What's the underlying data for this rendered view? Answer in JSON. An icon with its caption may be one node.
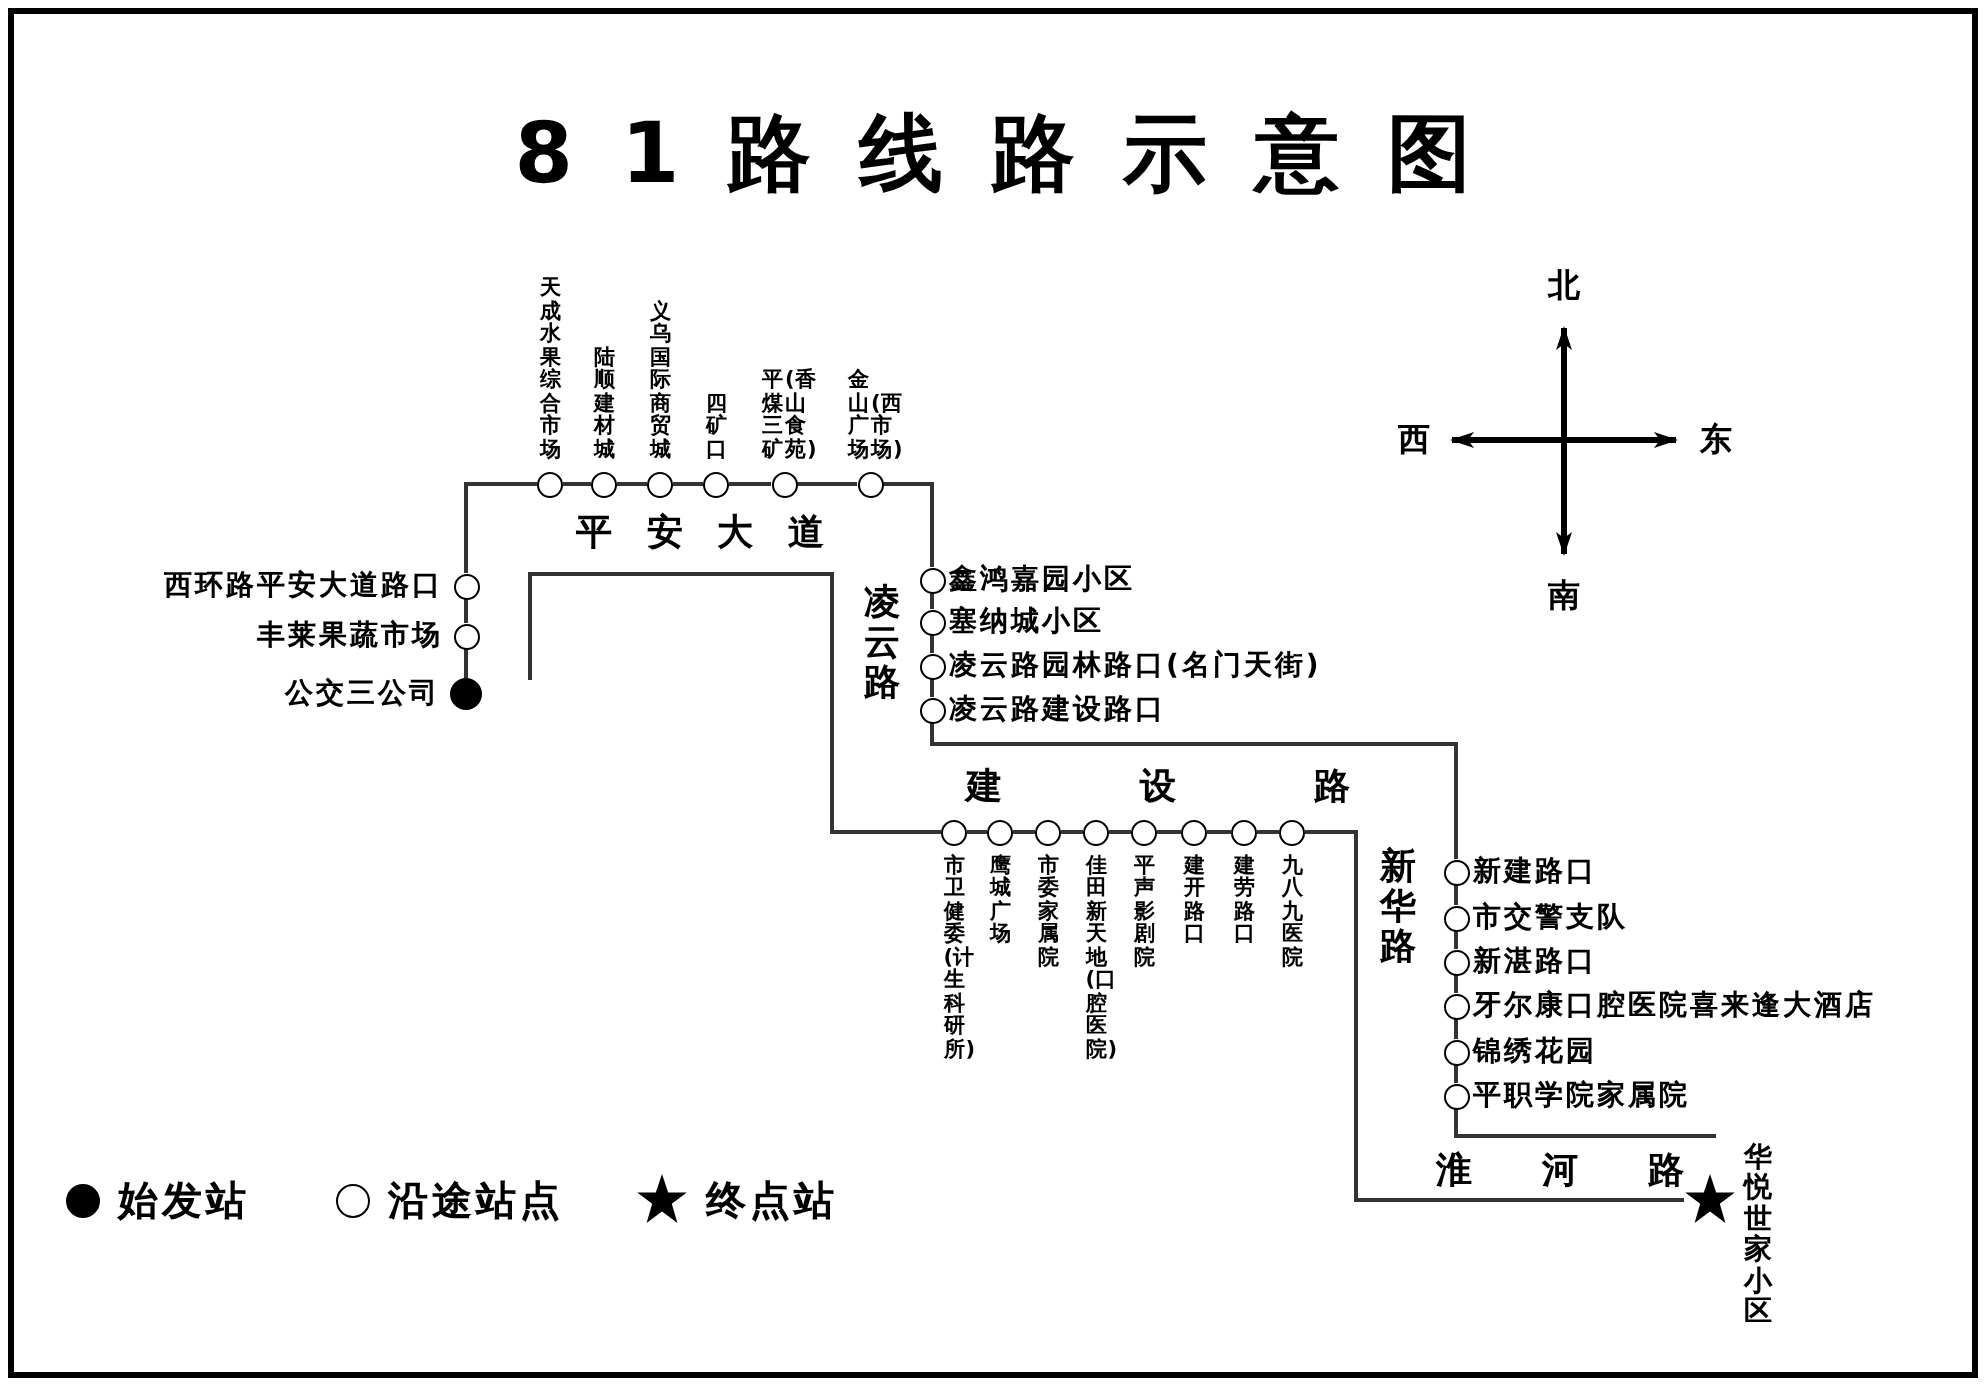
{
  "diagram": {
    "title": "81路线路示意图",
    "nodes": [
      {
        "text": [
          "公交三公司"
        ]
      },
      {
        "text": [
          "丰莱果蔬市场"
        ]
      },
      {
        "text": [
          "西环路平安大道路口"
        ]
      },
      {
        "text": [
          "天成水果综合市场"
        ]
      },
      {
        "text": [
          "陆顺建材城"
        ]
      },
      {
        "text": [
          "义乌国际商贸城"
        ]
      },
      {
        "text": [
          "四矿口"
        ]
      },
      {
        "text": [
          "平煤三矿",
          "(香山食苑)"
        ]
      },
      {
        "text": [
          "金山广场",
          "(西市场)"
        ]
      },
      {
        "text": [
          "鑫鸿嘉园小区"
        ]
      },
      {
        "text": [
          "塞纳城小区"
        ]
      },
      {
        "text": [
          "凌云路园林路口(名门天街)"
        ]
      },
      {
        "text": [
          "凌云路建设路口"
        ]
      },
      {
        "text": [
          "新建路口"
        ]
      },
      {
        "text": [
          "市交警支队"
        ]
      },
      {
        "text": [
          "新湛路口"
        ]
      },
      {
        "text": [
          "牙尔康口腔医院喜来逢大酒店"
        ]
      },
      {
        "text": [
          "锦绣花园"
        ]
      },
      {
        "text": [
          "平职学院家属院"
        ]
      },
      {
        "text": [
          "市卫健委(计生科研所)"
        ]
      },
      {
        "text": [
          "鹰城广场"
        ]
      },
      {
        "text": [
          "市委家属院"
        ]
      },
      {
        "text": [
          "佳田新天地(口腔医院)"
        ]
      },
      {
        "text": [
          "平声影剧院"
        ]
      },
      {
        "text": [
          "建开路口"
        ]
      },
      {
        "text": [
          "建劳路口"
        ]
      },
      {
        "text": [
          "九八九医院"
        ]
      },
      {
        "text": [
          "华悦世家小区"
        ]
      }
    ],
    "edges": [
      {
        "from": 0,
        "to": 1,
        "arrow": "none"
      },
      {
        "from": 1,
        "to": 2,
        "arrow": "none"
      },
      {
        "from": 2,
        "to": 3,
        "arrow": "none"
      },
      {
        "from": 3,
        "to": 4,
        "arrow": "none"
      },
      {
        "from": 4,
        "to": 5,
        "arrow": "none"
      },
      {
        "from": 5,
        "to": 6,
        "arrow": "none"
      },
      {
        "from": 6,
        "to": 7,
        "arrow": "none"
      },
      {
        "from": 7,
        "to": 8,
        "arrow": "none"
      },
      {
        "from": 8,
        "to": 9,
        "arrow": "none"
      },
      {
        "from": 9,
        "to": 10,
        "arrow": "none"
      },
      {
        "from": 10,
        "to": 11,
        "arrow": "none"
      },
      {
        "from": 11,
        "to": 12,
        "arrow": "none"
      },
      {
        "from": 12,
        "to": 13,
        "arrow": "none"
      },
      {
        "from": 13,
        "to": 14,
        "arrow": "none"
      },
      {
        "from": 14,
        "to": 15,
        "arrow": "none"
      },
      {
        "from": 15,
        "to": 16,
        "arrow": "none"
      },
      {
        "from": 16,
        "to": 17,
        "arrow": "none"
      },
      {
        "from": 17,
        "to": 18,
        "arrow": "none"
      },
      {
        "from": 18,
        "to": null,
        "arrow": "none"
      },
      {
        "from": null,
        "to": 19,
        "arrow": "none"
      },
      {
        "from": 19,
        "to": 20,
        "arrow": "none"
      },
      {
        "from": 20,
        "to": 21,
        "arrow": "none"
      },
      {
        "from": 21,
        "to": 22,
        "arrow": "none"
      },
      {
        "from": 22,
        "to": 23,
        "arrow": "none"
      },
      {
        "from": 23,
        "to": 24,
        "arrow": "none"
      },
      {
        "from": 24,
        "to": 25,
        "arrow": "none"
      },
      {
        "from": 25,
        "to": 26,
        "arrow": "none"
      },
      {
        "from": 26,
        "to": 27,
        "arrow": "none"
      }
    ],
    "labels": [
      "北",
      "西",
      "东",
      "平安大道",
      "南",
      "凌云路",
      "建设路",
      "新华路",
      "淮河路"
    ],
    "legend": [
      {
        "text": "始发站"
      },
      {
        "text": "沿途站点"
      },
      {
        "text": "终点站"
      }
    ]
  }
}
